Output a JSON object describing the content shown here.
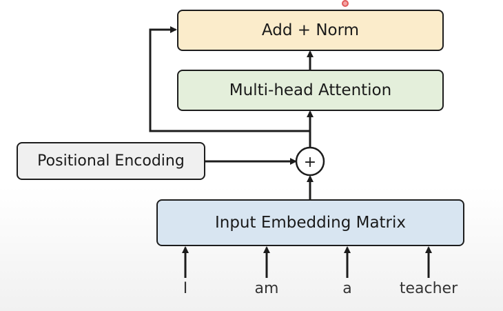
{
  "blocks": {
    "add_norm": "Add + Norm",
    "multi_head_attention": "Multi-head Attention",
    "positional_encoding": "Positional Encoding",
    "input_embedding": "Input Embedding Matrix",
    "add_symbol": "+"
  },
  "tokens": [
    "I",
    "am",
    "a",
    "teacher"
  ],
  "colors": {
    "add_norm_fill": "#fbeccb",
    "attention_fill": "#e4efdb",
    "positional_fill": "#f0f0f0",
    "embedding_fill": "#d8e5f1",
    "stroke": "#1c1c1c"
  }
}
